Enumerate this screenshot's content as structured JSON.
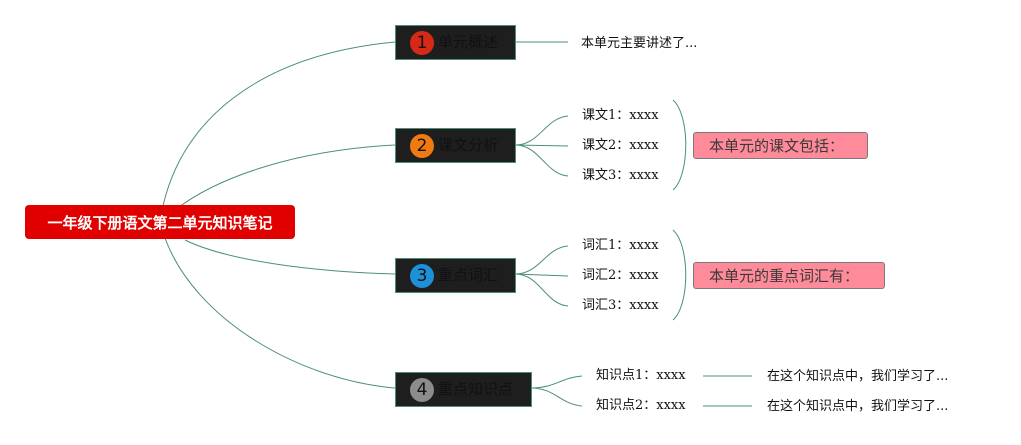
{
  "root": {
    "label": "一年级下册语文第二单元知识笔记",
    "color": "#e00000"
  },
  "branches": [
    {
      "number": "1",
      "label": "单元概述",
      "badge_color": "#d62a17",
      "children": [
        {
          "text": "本单元主要讲述了..."
        }
      ]
    },
    {
      "number": "2",
      "label": "课文分析",
      "badge_color": "#f07a12",
      "children": [
        {
          "text": "课文1：xxxx"
        },
        {
          "text": "课文2：xxxx"
        },
        {
          "text": "课文3：xxxx"
        }
      ],
      "summary": "本单元的课文包括："
    },
    {
      "number": "3",
      "label": "重点词汇",
      "badge_color": "#1e90d8",
      "children": [
        {
          "text": "词汇1：xxxx"
        },
        {
          "text": "词汇2：xxxx"
        },
        {
          "text": "词汇3：xxxx"
        }
      ],
      "summary": "本单元的重点词汇有："
    },
    {
      "number": "4",
      "label": "重点知识点",
      "badge_color": "#8c8c8c",
      "children": [
        {
          "text": "知识点1：xxxx",
          "detail": "在这个知识点中，我们学习了..."
        },
        {
          "text": "知识点2：xxxx",
          "detail": "在这个知识点中，我们学习了..."
        }
      ]
    }
  ],
  "colors": {
    "connector": "#4d8f75",
    "summary_fill": "#ff8a9a",
    "branch_fill": "#1e1e1e"
  }
}
